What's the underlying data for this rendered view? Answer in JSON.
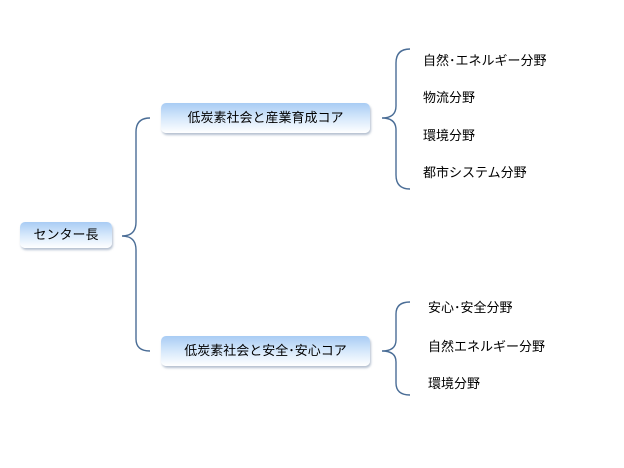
{
  "root": {
    "label": "センター長"
  },
  "branches": [
    {
      "label": "低炭素社会と産業育成コア",
      "items": [
        "自然･エネルギー分野",
        "物流分野",
        "環境分野",
        "都市システム分野"
      ]
    },
    {
      "label": "低炭素社会と安全･安心コア",
      "items": [
        "安心･安全分野",
        "自然エネルギー分野",
        "環境分野"
      ]
    }
  ],
  "colors": {
    "connector": "#4a6d96",
    "node_top": "#a9ccf4",
    "node_bottom": "#ffffff"
  }
}
